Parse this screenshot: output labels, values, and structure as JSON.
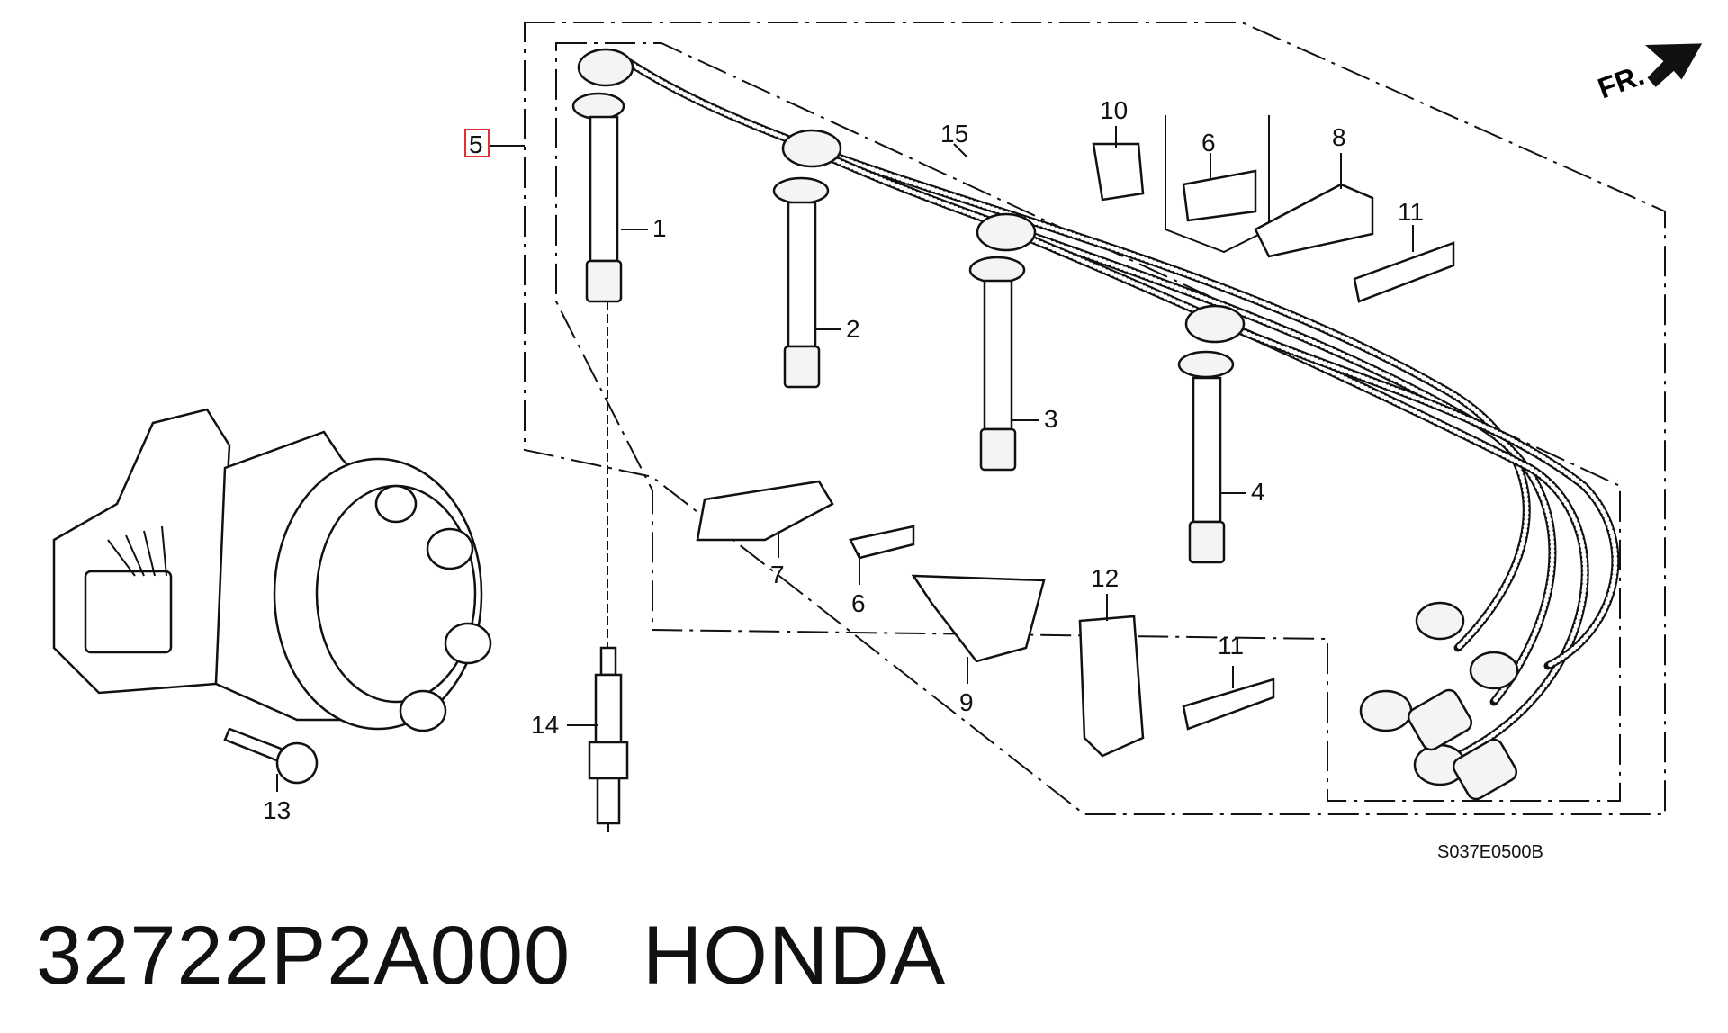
{
  "callouts": {
    "c1": "1",
    "c2": "2",
    "c3": "3",
    "c4": "4",
    "c5": "5",
    "c6a": "6",
    "c6b": "6",
    "c7": "7",
    "c8": "8",
    "c9": "9",
    "c10": "10",
    "c11a": "11",
    "c11b": "11",
    "c12": "12",
    "c13": "13",
    "c14": "14",
    "c15": "15"
  },
  "front_label": "FR.",
  "diagram_code": "S037E0500B",
  "caption": {
    "part_number": "32722P2A000",
    "brand": "HONDA",
    "separator": "   "
  },
  "colors": {
    "highlight": "#e03030",
    "ink": "#111111"
  }
}
